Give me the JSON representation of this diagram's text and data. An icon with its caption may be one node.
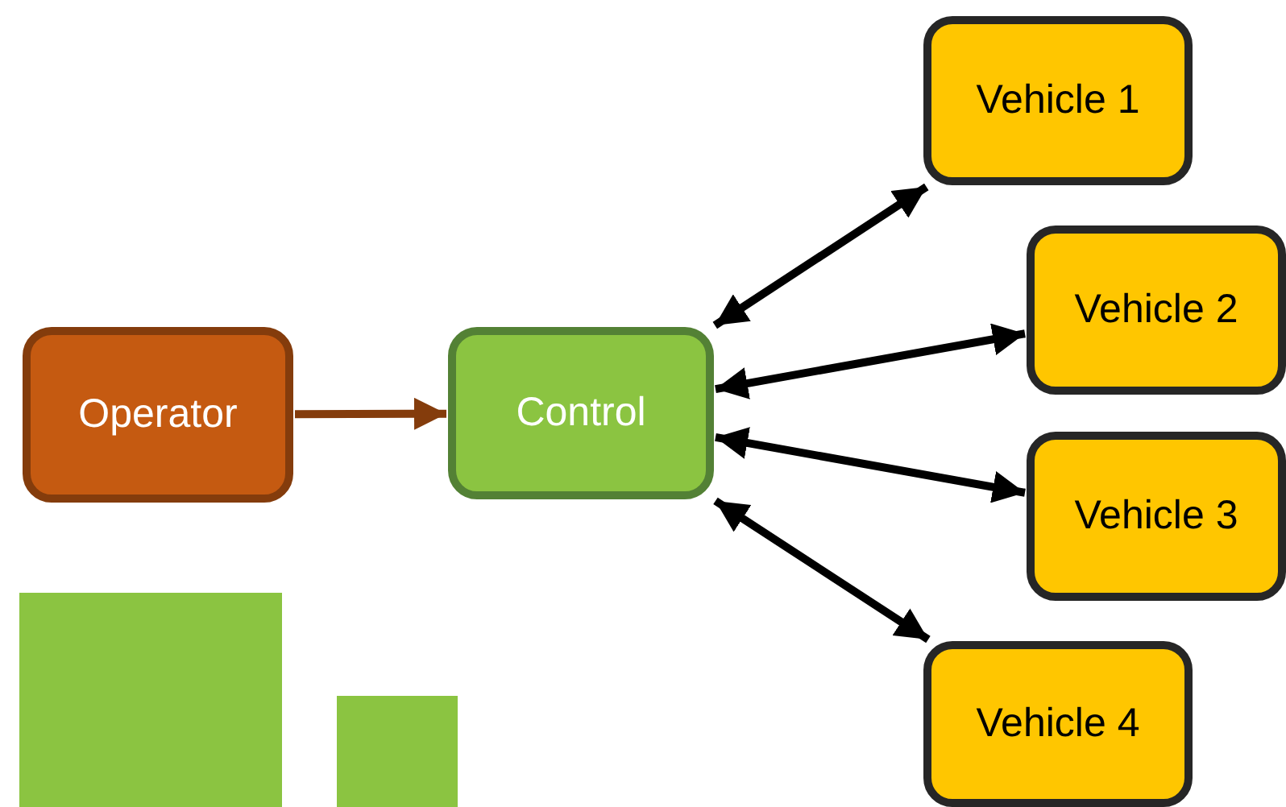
{
  "diagram": {
    "nodes": [
      {
        "text": [
          "Operator"
        ]
      },
      {
        "text": [
          "Control"
        ]
      },
      {
        "text": [
          "Vehicle 1"
        ]
      },
      {
        "text": [
          "Vehicle 2"
        ]
      },
      {
        "text": [
          "Vehicle 3"
        ]
      },
      {
        "text": [
          "Vehicle 4"
        ]
      },
      {
        "text": [],
        "shape": "box"
      },
      {
        "text": [],
        "shape": "box"
      }
    ],
    "edges": [
      {
        "from": 0,
        "to": 1,
        "arrow": "to",
        "color": "#843c0c"
      },
      {
        "from": 1,
        "to": 2,
        "arrow": "both"
      },
      {
        "from": 1,
        "to": 3,
        "arrow": "both"
      },
      {
        "from": 1,
        "to": 4,
        "arrow": "both"
      },
      {
        "from": 1,
        "to": 5,
        "arrow": "both"
      }
    ]
  }
}
